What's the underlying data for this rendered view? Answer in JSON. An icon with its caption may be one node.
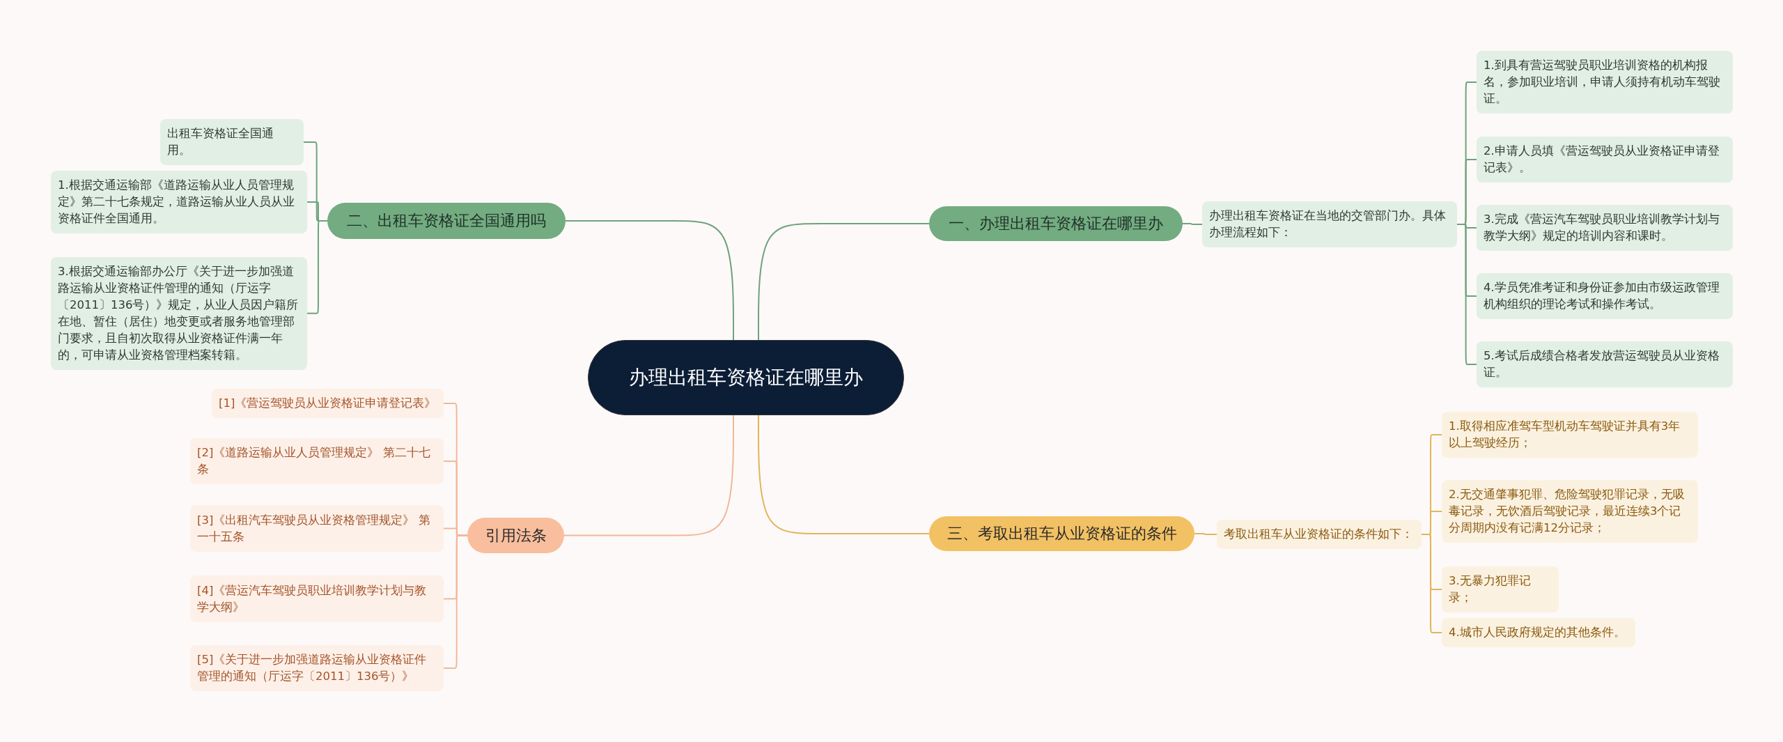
{
  "diagram": {
    "nodes": [
      {
        "text": [
          "办理出租车资格证在哪里办"
        ]
      },
      {
        "text": [
          "一、办理出租车资格证在哪里办"
        ]
      },
      {
        "text": [
          "办理出租车资格证在当地的交管部门办。具体办理流程如下："
        ]
      },
      {
        "text": [
          "1.到具有营运驾驶员职业培训资格的机构报名，参加职业培训，申请人须持有机动车驾驶证。"
        ]
      },
      {
        "text": [
          "2.申请人员填《营运驾驶员从业资格证申请登记表》。"
        ]
      },
      {
        "text": [
          "3.完成《营运汽车驾驶员职业培训教学计划与教学大纲》规定的培训内容和课时。"
        ]
      },
      {
        "text": [
          "4.学员凭准考证和身份证参加由市级运政管理机构组织的理论考试和操作考试。"
        ]
      },
      {
        "text": [
          "5.考试后成绩合格者发放营运驾驶员从业资格证。"
        ]
      },
      {
        "text": [
          "二、出租车资格证全国通用吗"
        ]
      },
      {
        "text": [
          "出租车资格证全国通用。"
        ]
      },
      {
        "text": [
          "1.根据交通运输部《道路运输从业人员管理规定》第二十七条规定，道路运输从业人员从业资格证件全国通用。"
        ]
      },
      {
        "text": [
          "3.根据交通运输部办公厅《关于进一步加强道路运输从业资格证件管理的通知（厅运字〔2011〕136号）》规定，从业人员因户籍所在地、暂住（居住）地变更或者服务地管理部门要求，且自初次取得从业资格证件满一年的，可申请从业资格管理档案转籍。"
        ]
      },
      {
        "text": [
          "三、考取出租车从业资格证的条件"
        ]
      },
      {
        "text": [
          "考取出租车从业资格证的条件如下："
        ]
      },
      {
        "text": [
          "1.取得相应准驾车型机动车驾驶证并具有3年以上驾驶经历；"
        ]
      },
      {
        "text": [
          "2.无交通肇事犯罪、危险驾驶犯罪记录，无吸毒记录，无饮酒后驾驶记录，最近连续3个记分周期内没有记满12分记录；"
        ]
      },
      {
        "text": [
          "3.无暴力犯罪记录；"
        ]
      },
      {
        "text": [
          "4.城市人民政府规定的其他条件。"
        ]
      },
      {
        "text": [
          "引用法条"
        ]
      },
      {
        "text": [
          "[1]《营运驾驶员从业资格证申请登记表》"
        ]
      },
      {
        "text": [
          "[2]《道路运输从业人员管理规定》 第二十七条"
        ]
      },
      {
        "text": [
          "[3]《出租汽车驾驶员从业资格管理规定》 第一十五条"
        ]
      },
      {
        "text": [
          "[4]《营运汽车驾驶员职业培训教学计划与教学大纲》"
        ]
      },
      {
        "text": [
          "[5]《关于进一步加强道路运输从业资格证件管理的通知（厅运字〔2011〕136号）》"
        ]
      }
    ],
    "edges": [
      {
        "from": 0,
        "to": 1,
        "arrow": "none"
      },
      {
        "from": 1,
        "to": 2,
        "arrow": "none"
      },
      {
        "from": 2,
        "to": 3,
        "arrow": "none"
      },
      {
        "from": 2,
        "to": 4,
        "arrow": "none"
      },
      {
        "from": 2,
        "to": 5,
        "arrow": "none"
      },
      {
        "from": 2,
        "to": 6,
        "arrow": "none"
      },
      {
        "from": 2,
        "to": 7,
        "arrow": "none"
      },
      {
        "from": 0,
        "to": 8,
        "arrow": "none"
      },
      {
        "from": 8,
        "to": 9,
        "arrow": "none"
      },
      {
        "from": 8,
        "to": 10,
        "arrow": "none"
      },
      {
        "from": 8,
        "to": 11,
        "arrow": "none"
      },
      {
        "from": 0,
        "to": 12,
        "arrow": "none",
        "color": "#e0b55a"
      },
      {
        "from": 12,
        "to": 13,
        "arrow": "none",
        "color": "#e0b55a"
      },
      {
        "from": 13,
        "to": 14,
        "arrow": "none",
        "color": "#e0b55a"
      },
      {
        "from": 13,
        "to": 15,
        "arrow": "none",
        "color": "#e0b55a"
      },
      {
        "from": 13,
        "to": 16,
        "arrow": "none",
        "color": "#e0b55a"
      },
      {
        "from": 13,
        "to": 17,
        "arrow": "none",
        "color": "#e0b55a"
      },
      {
        "from": 0,
        "to": 18,
        "arrow": "none",
        "color": "#f0b898"
      },
      {
        "from": 18,
        "to": 19,
        "arrow": "none",
        "color": "#f0b898"
      },
      {
        "from": 18,
        "to": 20,
        "arrow": "none",
        "color": "#f0b898"
      },
      {
        "from": 18,
        "to": 21,
        "arrow": "none",
        "color": "#f0b898"
      },
      {
        "from": 18,
        "to": 22,
        "arrow": "none",
        "color": "#f0b898"
      },
      {
        "from": 18,
        "to": 23,
        "arrow": "none",
        "color": "#f0b898"
      }
    ]
  }
}
